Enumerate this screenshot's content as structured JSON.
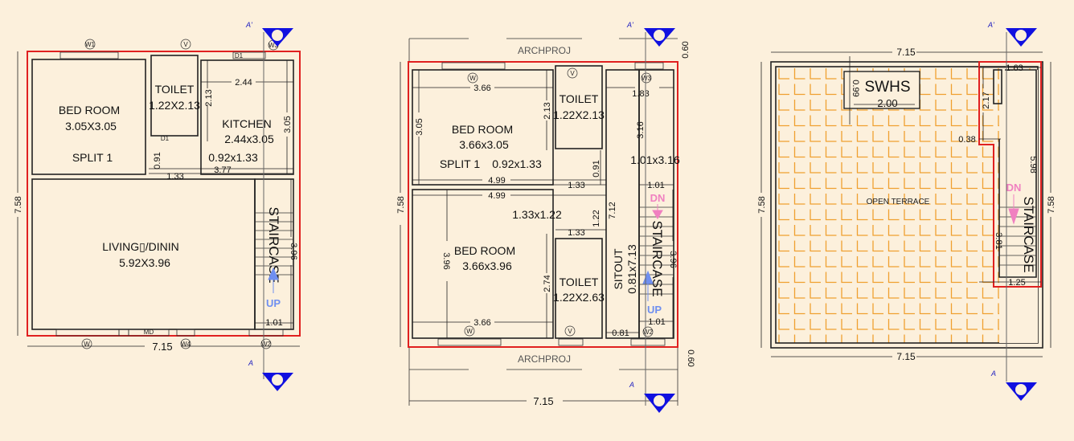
{
  "section_marks": {
    "top": "A'",
    "bottom": "A"
  },
  "ground_floor": {
    "overall_width": "7.15",
    "overall_depth": "7.58",
    "tags": {
      "w1": "W1",
      "v": "V",
      "w3": "W3",
      "d1": "D1",
      "d1_toilet": "D1",
      "md": "MD",
      "w": "W",
      "w4": "W4",
      "w2": "W2"
    },
    "rooms": {
      "bedroom": {
        "name": "BED ROOM",
        "size": "3.05X3.05",
        "extra": "SPLIT 1"
      },
      "toilet": {
        "name": "TOILET",
        "size": "1.22X2.13"
      },
      "kitchen": {
        "name": "KITCHEN",
        "size": "2.44x3.05"
      },
      "passage": {
        "size": "0.92x1.33"
      },
      "living": {
        "name": "LIVING▯/DININ",
        "size": "5.92X3.96"
      },
      "staircase": {
        "name": "STAIRCASE",
        "arrow": "UP"
      }
    },
    "dims": {
      "kitchen_w": "2.44",
      "kitchen_h": "3.05",
      "toilet_h": "2.13",
      "passage_h": "0.91",
      "passage_w": "1.33",
      "span": "3.77",
      "stair_h": "3.96",
      "stair_w": "1.01"
    }
  },
  "first_floor": {
    "overall_width": "7.15",
    "overall_depth": "7.58",
    "projection_label_top": "ARCHPROJ",
    "projection_label_bottom": "ARCHPROJ",
    "projection_top": "0.60",
    "projection_bottom": "0.60",
    "tags": {
      "w_top": "W",
      "v_top": "V",
      "w3": "W3",
      "w_bottom": "W",
      "v_bottom": "V",
      "w2": "W2"
    },
    "rooms": {
      "bedroom1": {
        "name": "BED ROOM",
        "size": "3.66x3.05"
      },
      "toilet1": {
        "name": "TOILET",
        "size": "1.22X2.13"
      },
      "overlap1": "SPLIT 1",
      "overlap2": "0.92x1.33",
      "stair_upper": {
        "size": "1.01x3.16"
      },
      "passage": {
        "size": "1.33x1.22"
      },
      "sitout": {
        "name": "SITOUT",
        "size": "0.81x7.13"
      },
      "bedroom2": {
        "name": "BED ROOM",
        "size": "3.66x3.96"
      },
      "toilet2": {
        "name": "TOILET",
        "size": "1.22X2.63"
      },
      "staircase": {
        "name": "STAIRCASE",
        "arrow_up": "UP",
        "arrow_dn": "DN"
      }
    },
    "dims": {
      "bed1_w": "3.66",
      "bed1_h": "3.05",
      "toilet1_h": "2.13",
      "sit_w": "1.83",
      "stair_h1": "3.16",
      "passage_h": "0.91",
      "span1": "4.99",
      "passage_w": "1.33",
      "stair_w1": "1.01",
      "span2": "4.99",
      "pass_h2": "1.22",
      "sit_h": "7.12",
      "bed2_h": "3.96",
      "pass_w2": "1.33",
      "toilet2_h": "2.74",
      "stair_h2": "3.96",
      "bed2_w": "3.66",
      "sit_w2": "0.81",
      "stair_w2": "1.01"
    }
  },
  "terrace": {
    "overall_width_top": "7.15",
    "overall_width_bottom": "7.15",
    "overall_depth_left": "7.58",
    "overall_depth_right": "7.58",
    "label": "OPEN TERRACE",
    "swhs": {
      "name": "SWHS",
      "width": "2.00",
      "depth": "0.99"
    },
    "staircase": {
      "name": "STAIRCASE",
      "arrow": "DN"
    },
    "dims": {
      "top_w": "1.63",
      "head_h": "2.17",
      "offset": "0.38",
      "stair_h": "5.98",
      "flight": "3.81",
      "bottom_w": "1.25"
    }
  },
  "colors": {
    "background": "#fcf0dc",
    "outline": "#e02020",
    "section": "#1010e0",
    "grid": "#f0a030",
    "up": "#6f8ff0",
    "dn": "#f080c0"
  }
}
